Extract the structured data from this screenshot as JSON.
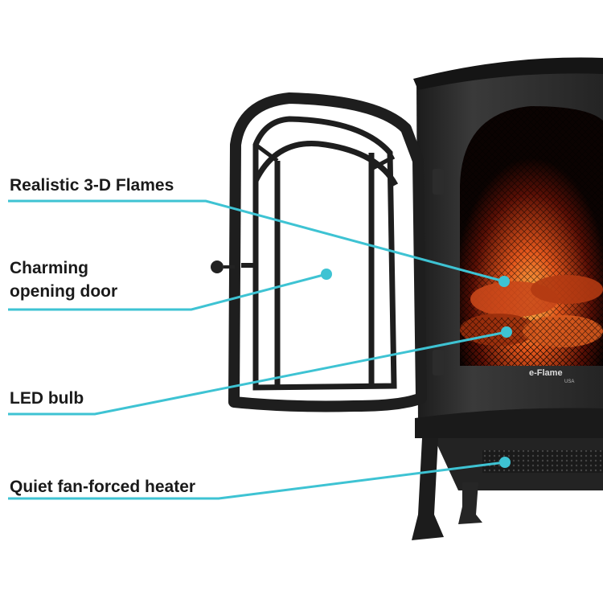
{
  "callouts": {
    "flames": "Realistic 3-D Flames",
    "door_line1": "Charming",
    "door_line2": "opening door",
    "led": "LED bulb",
    "heater": "Quiet fan-forced heater"
  },
  "brand": {
    "logo_text": "e-Flame",
    "logo_subtext": "USA"
  },
  "colors": {
    "callout_line": "#3ec3d3",
    "stove_body": "#2a2a2a",
    "door_frame": "#1e1e1e",
    "flame_glow": "#e4571c"
  }
}
